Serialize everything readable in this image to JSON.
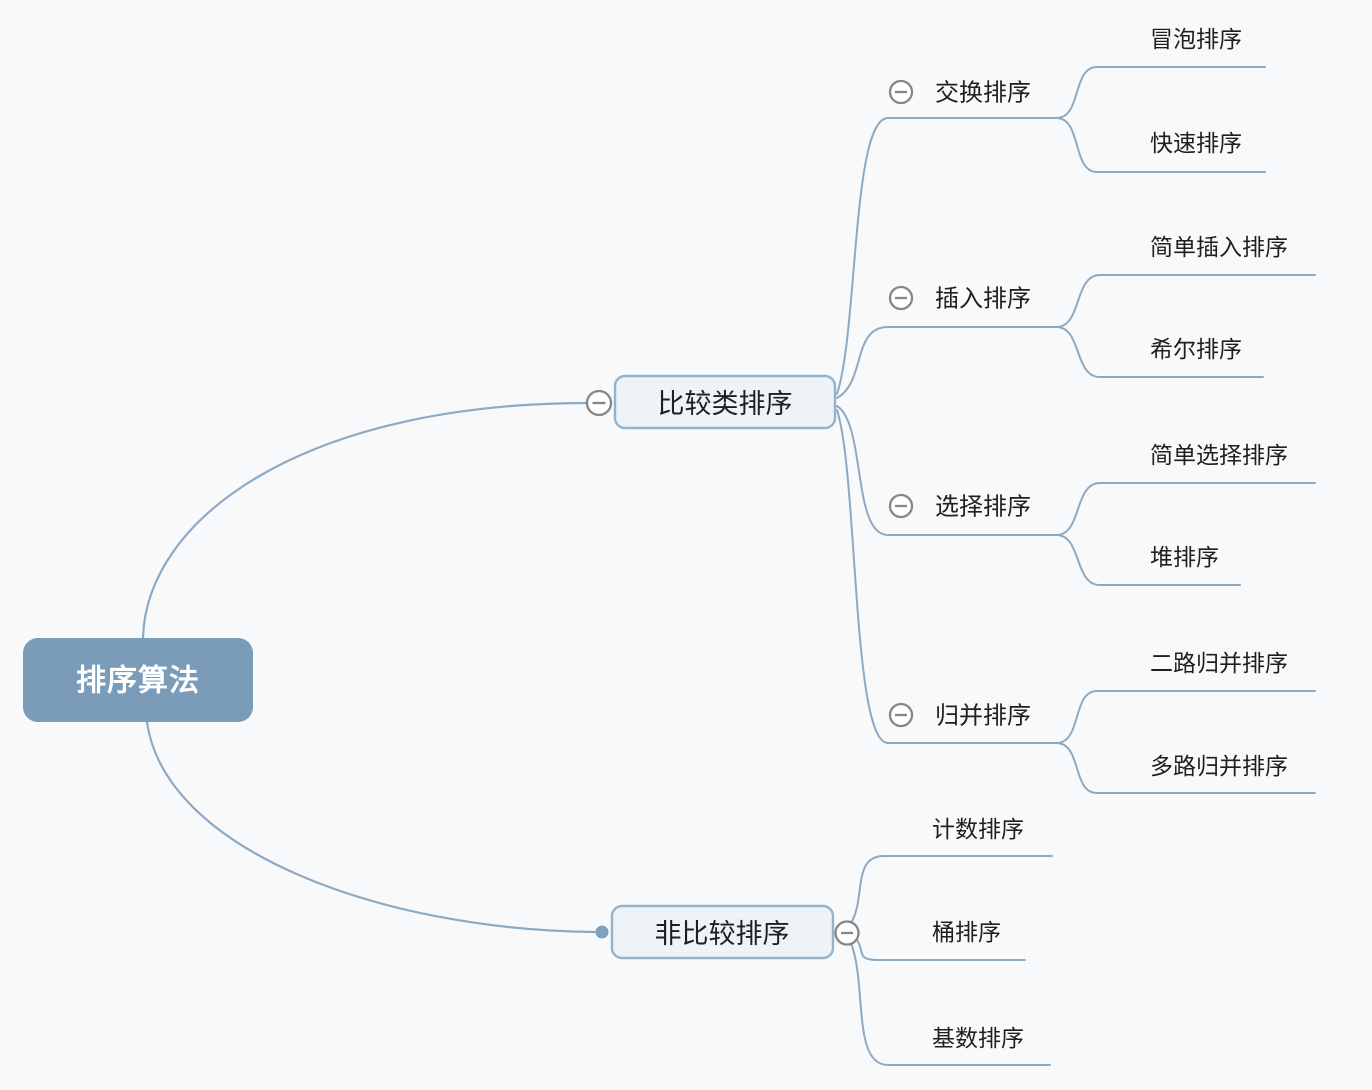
{
  "root": {
    "label": "排序算法"
  },
  "branches": [
    {
      "label": "比较类排序",
      "children": [
        {
          "label": "交换排序",
          "children": [
            {
              "label": "冒泡排序"
            },
            {
              "label": "快速排序"
            }
          ]
        },
        {
          "label": "插入排序",
          "children": [
            {
              "label": "简单插入排序"
            },
            {
              "label": "希尔排序"
            }
          ]
        },
        {
          "label": "选择排序",
          "children": [
            {
              "label": "简单选择排序"
            },
            {
              "label": "堆排序"
            }
          ]
        },
        {
          "label": "归并排序",
          "children": [
            {
              "label": "二路归并排序"
            },
            {
              "label": "多路归并排序"
            }
          ]
        }
      ]
    },
    {
      "label": "非比较排序",
      "children": [
        {
          "label": "计数排序"
        },
        {
          "label": "桶排序"
        },
        {
          "label": "基数排序"
        }
      ]
    }
  ],
  "style": {
    "background": "#f8f9fa",
    "branch_color": "#8caac5",
    "root_fill": "#7a9cb8",
    "root_text_color": "#ffffff",
    "topic_box_fill": "#eef3f8",
    "topic_box_border": "#93b2cc",
    "text_color": "#1f1f1f",
    "collapse_icon_color": "#868686"
  },
  "icons": {
    "collapse": "minus-circle",
    "connection_end": "dot"
  }
}
